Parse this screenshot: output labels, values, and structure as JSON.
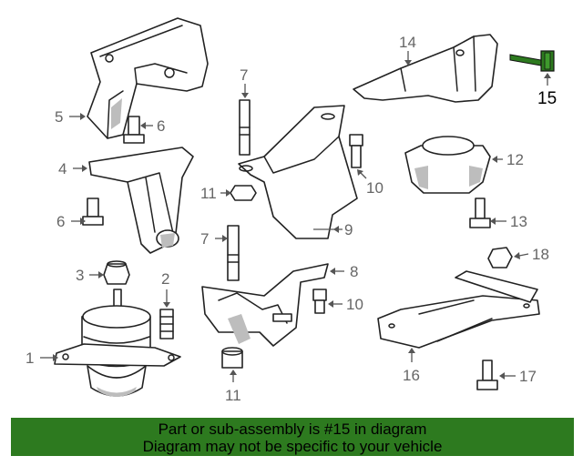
{
  "callouts": [
    {
      "id": "c1",
      "text": "1"
    },
    {
      "id": "c2",
      "text": "2"
    },
    {
      "id": "c3",
      "text": "3"
    },
    {
      "id": "c4",
      "text": "4"
    },
    {
      "id": "c5",
      "text": "5"
    },
    {
      "id": "c6a",
      "text": "6"
    },
    {
      "id": "c6b",
      "text": "6"
    },
    {
      "id": "c7a",
      "text": "7"
    },
    {
      "id": "c7b",
      "text": "7"
    },
    {
      "id": "c8",
      "text": "8"
    },
    {
      "id": "c9",
      "text": "9"
    },
    {
      "id": "c10a",
      "text": "10"
    },
    {
      "id": "c10b",
      "text": "10"
    },
    {
      "id": "c11a",
      "text": "11"
    },
    {
      "id": "c11b",
      "text": "11"
    },
    {
      "id": "c12",
      "text": "12"
    },
    {
      "id": "c13",
      "text": "13"
    },
    {
      "id": "c14",
      "text": "14"
    },
    {
      "id": "c15",
      "text": "15"
    },
    {
      "id": "c16",
      "text": "16"
    },
    {
      "id": "c17",
      "text": "17"
    },
    {
      "id": "c18",
      "text": "18"
    }
  ],
  "highlight": {
    "part_number": "15",
    "color": "#2d7a1f"
  },
  "banner": {
    "line1": "Part or sub-assembly is #15 in diagram",
    "line2": "Diagram may not be specific to your vehicle",
    "background": "#2d7a1f"
  }
}
